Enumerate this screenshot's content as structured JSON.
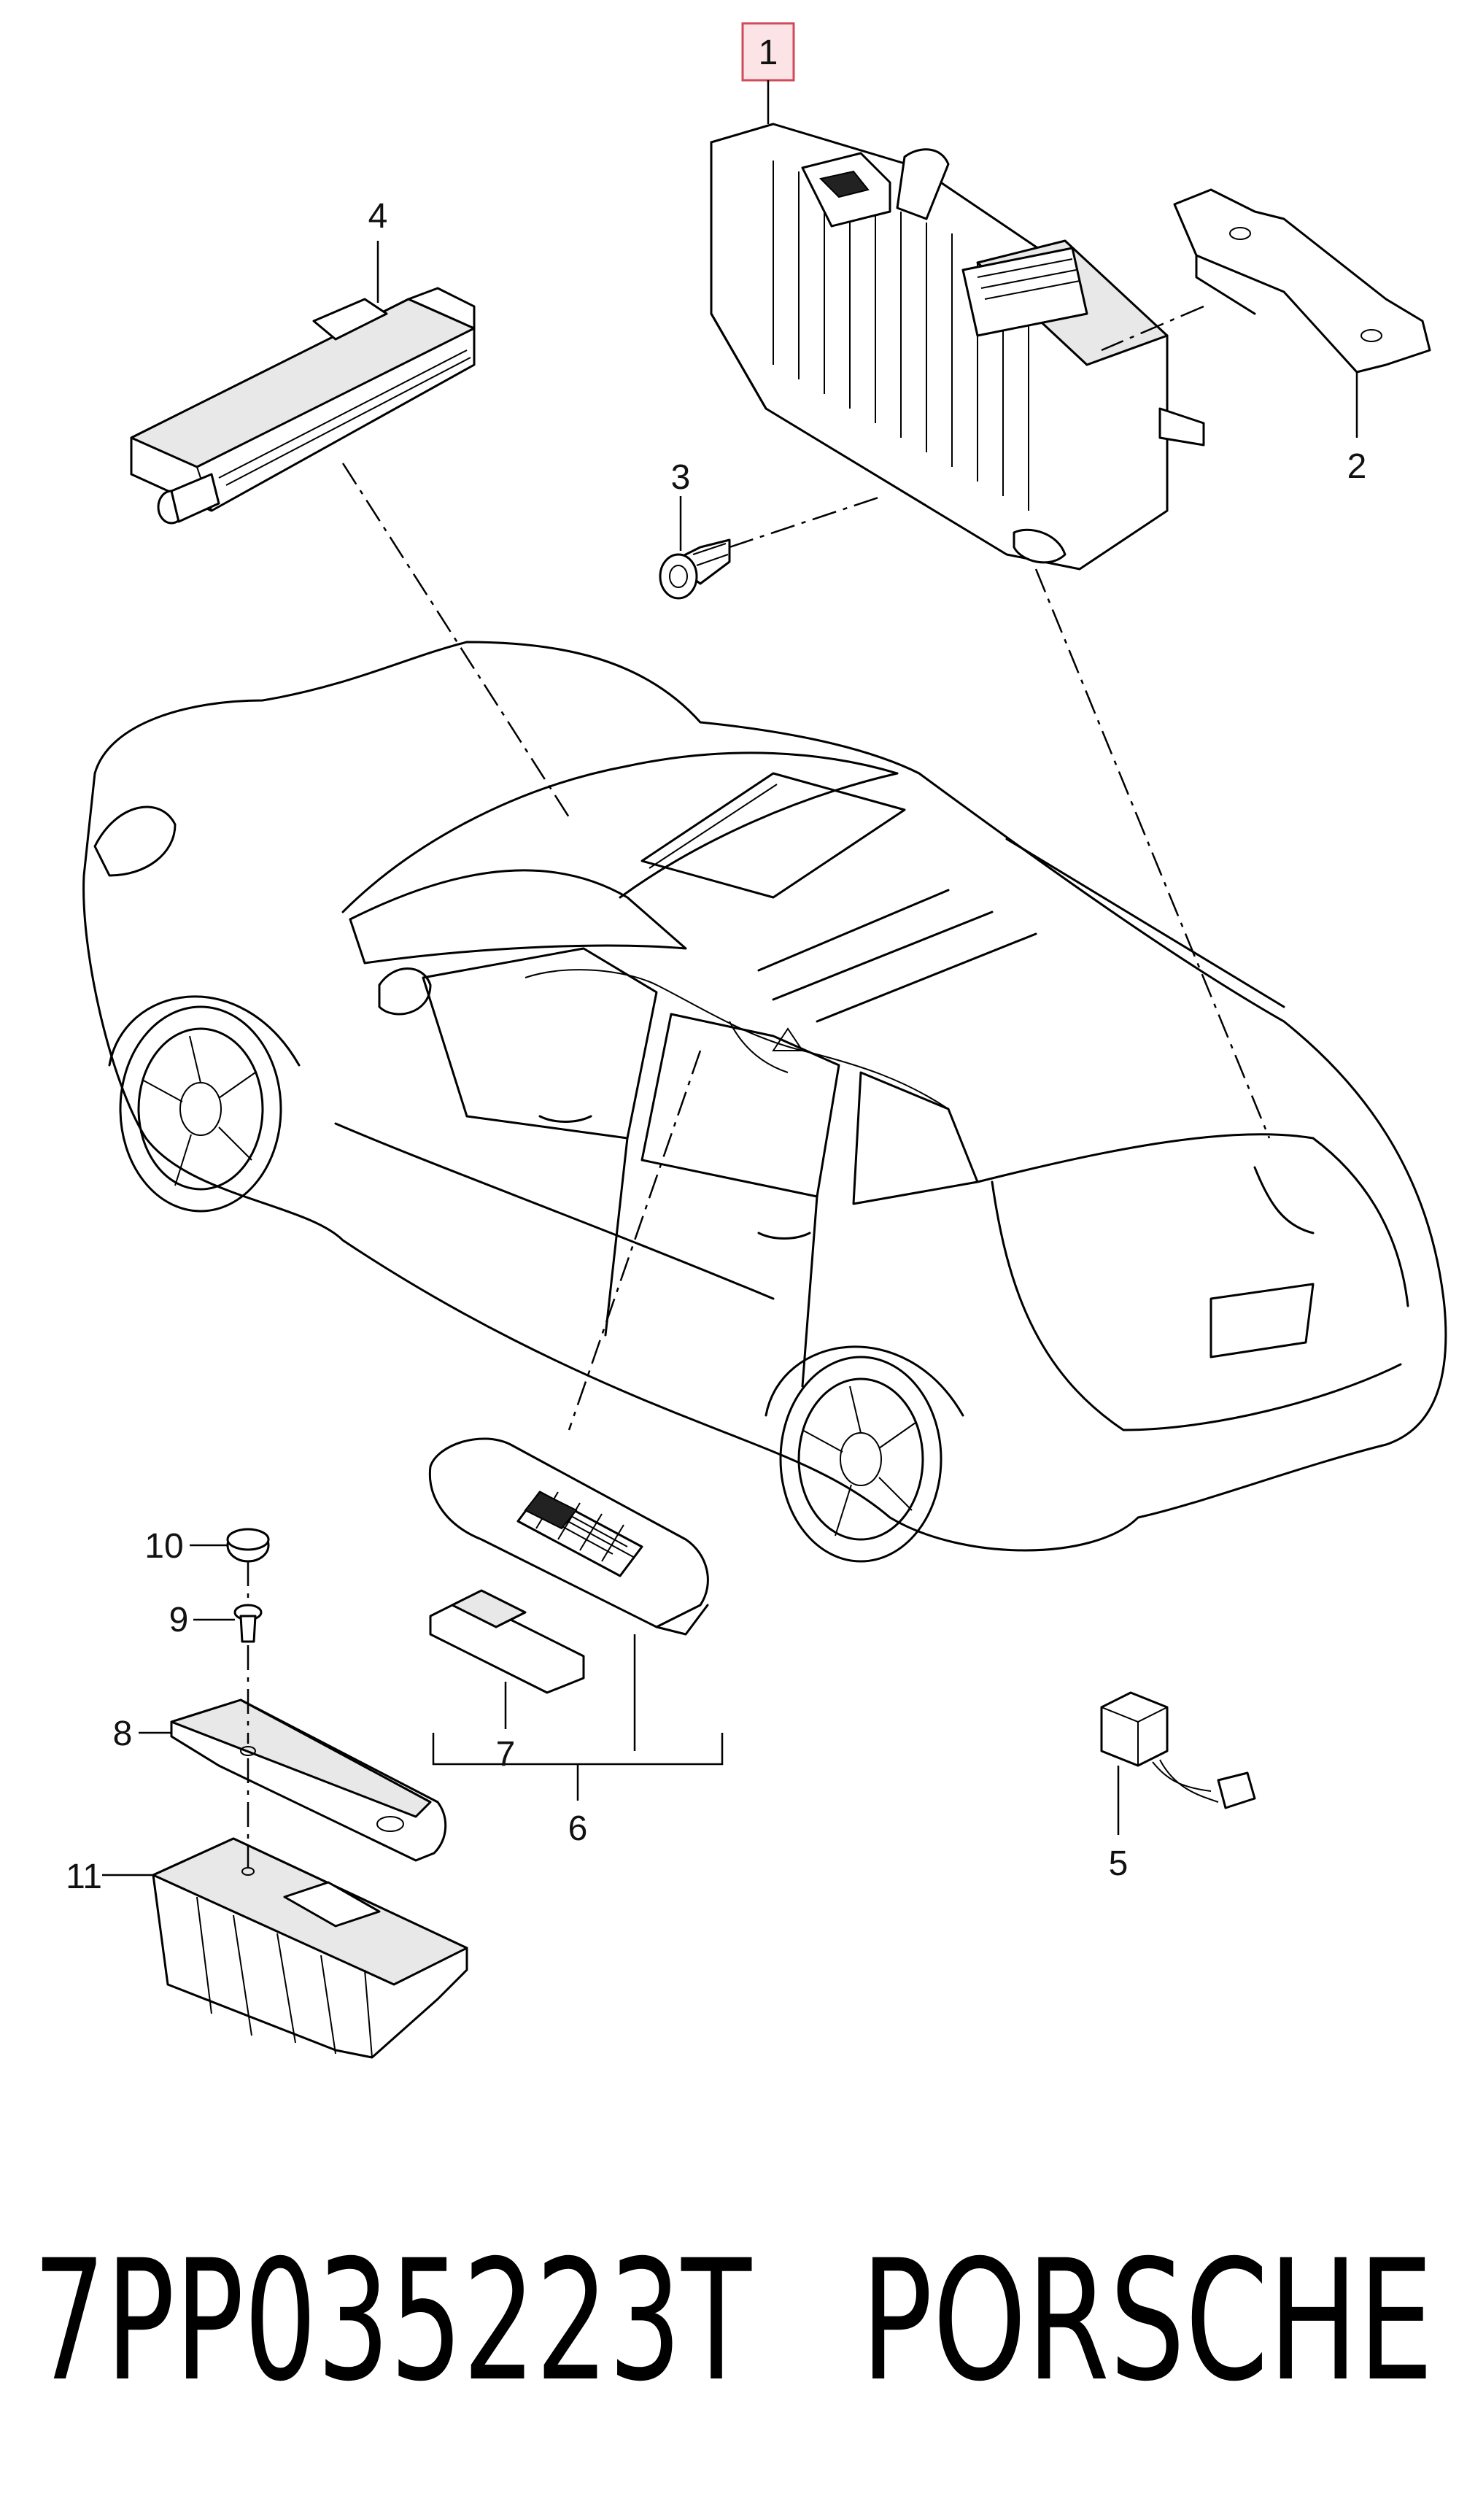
{
  "callouts": [
    "1",
    "2",
    "3",
    "4",
    "5",
    "6",
    "7",
    "8",
    "9",
    "10",
    "11"
  ],
  "part_number": "7PP035223T",
  "brand": "PORSCHE",
  "colors": {
    "highlight_fill": "#fbe3e6",
    "highlight_stroke": "#d04a5a",
    "line": "#000000"
  }
}
